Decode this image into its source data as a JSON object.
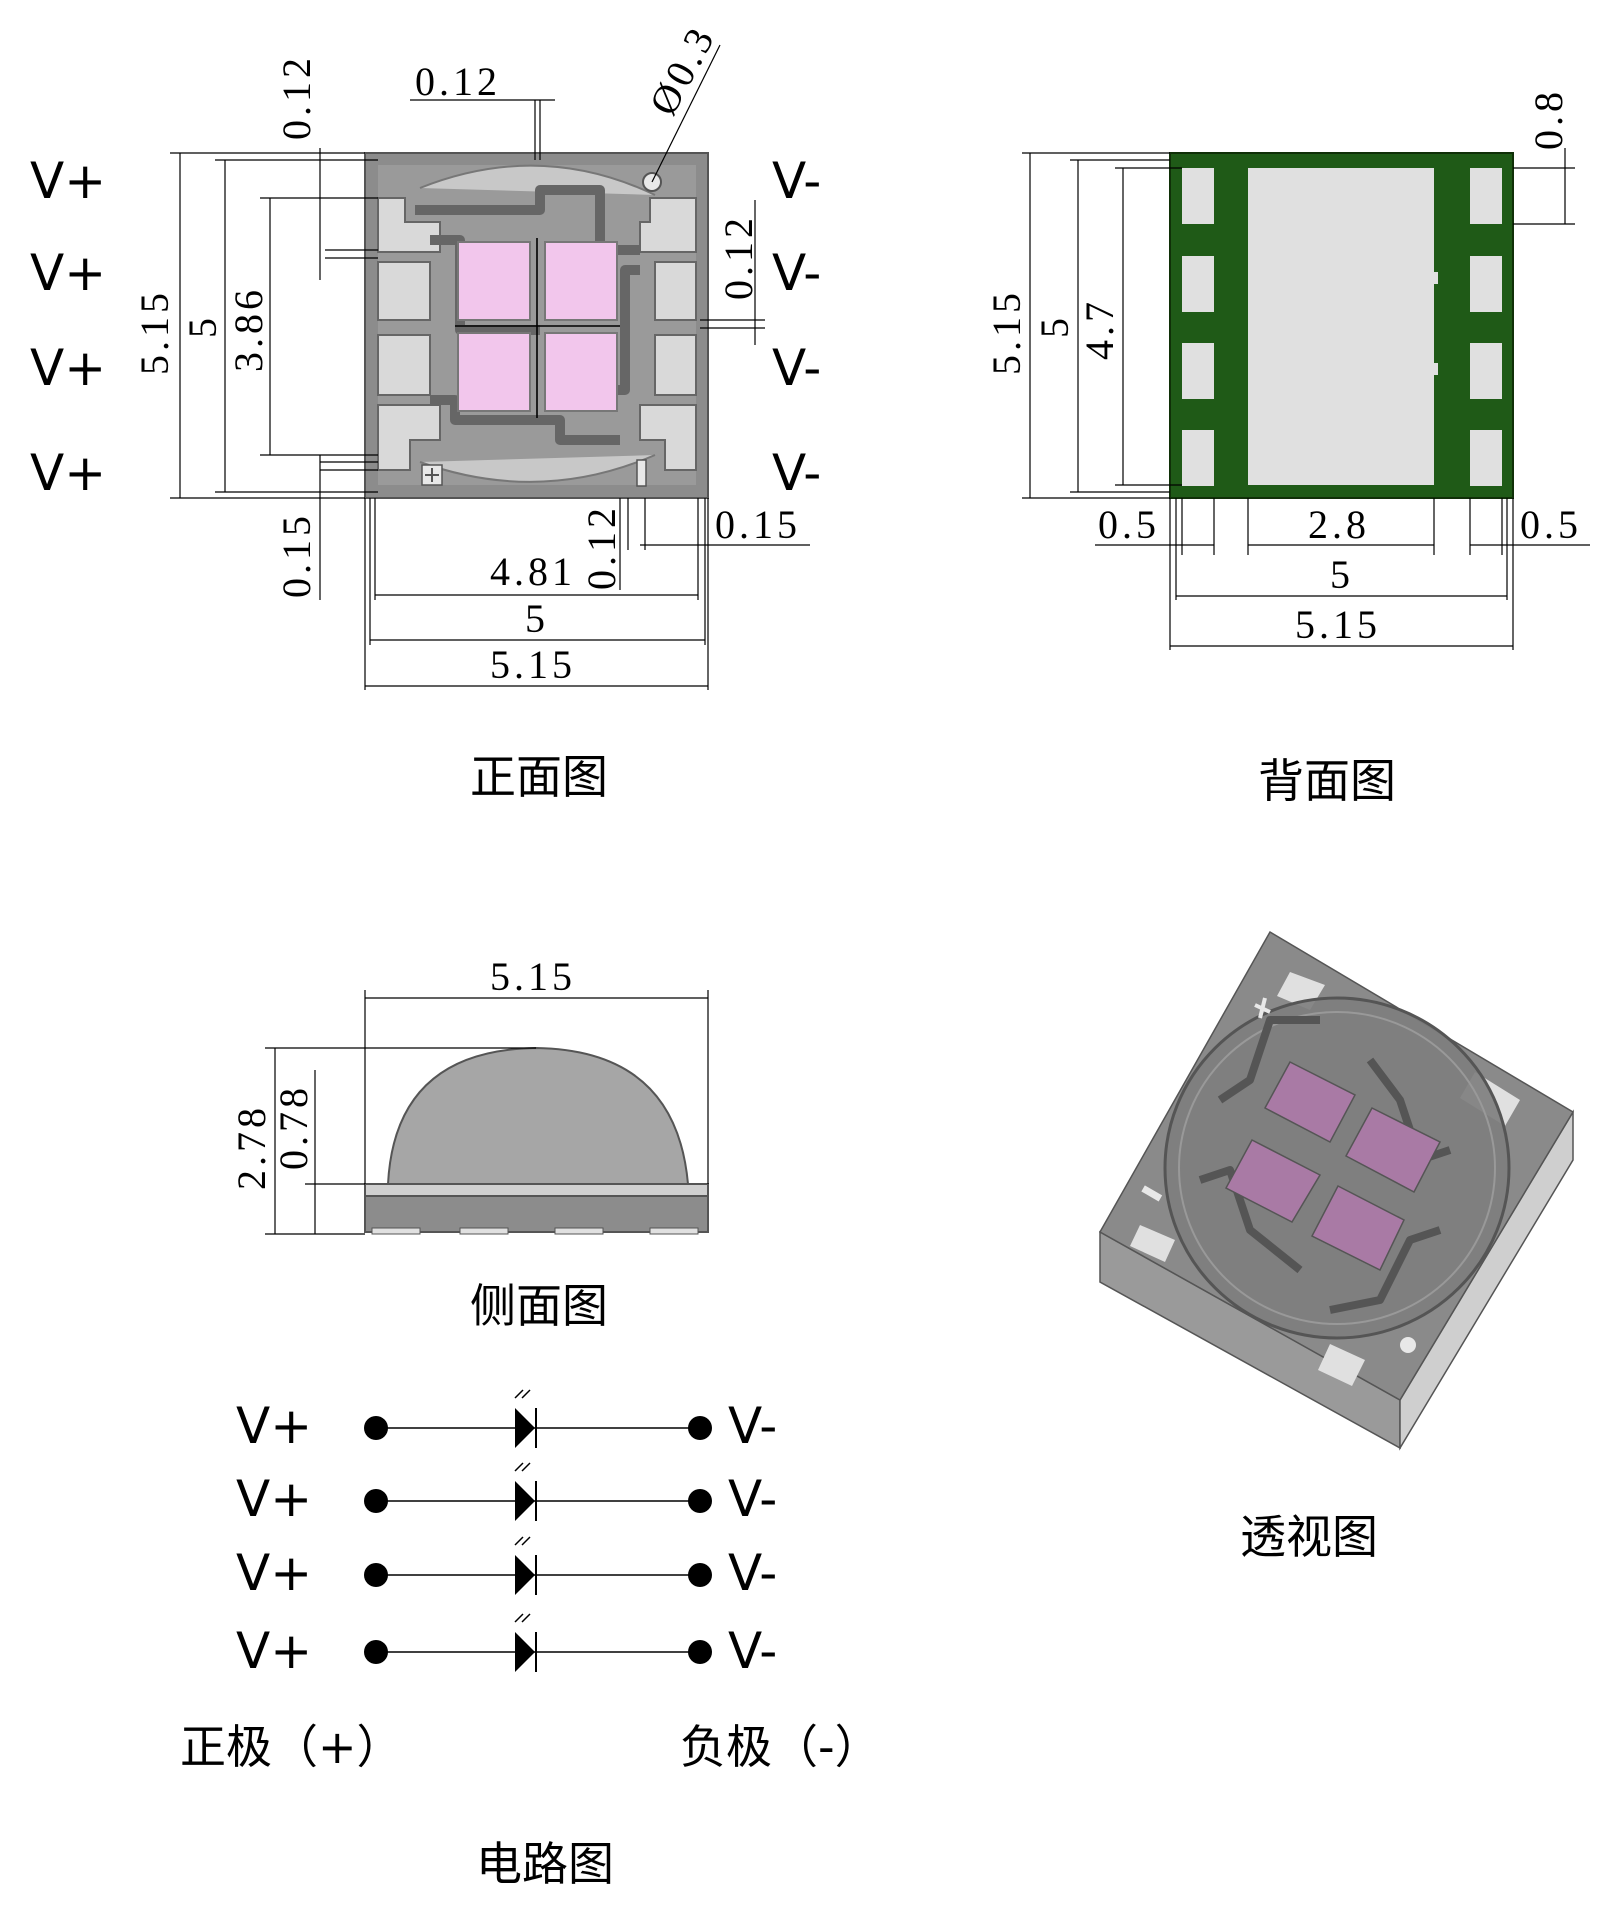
{
  "front_view": {
    "caption": "正面图",
    "left_pins": [
      "V+",
      "V+",
      "V+",
      "V+"
    ],
    "right_pins": [
      "V-",
      "V-",
      "V-",
      "V-"
    ],
    "dims": {
      "top_gap": "0.12",
      "top_trace": "0.12",
      "hole": "Ø0.3",
      "right_gap": "0.12",
      "outer_height": "5.15",
      "inner_height": "5",
      "pad_span": "3.86",
      "bottom_left": "0.15",
      "bottom_mid": "0.12",
      "bottom_right": "0.15",
      "width_481": "4.81",
      "width_5": "5",
      "width_515": "5.15"
    }
  },
  "back_view": {
    "caption": "背面图",
    "dims": {
      "pad_pitch": "0.8",
      "outer_height": "5.15",
      "inner_height": "5",
      "pad_height": "4.7",
      "left_pad": "0.5",
      "center_pad": "2.8",
      "right_pad": "0.5",
      "width_5": "5",
      "width_515": "5.15"
    }
  },
  "side_view": {
    "caption": "侧面图",
    "dims": {
      "width": "5.15",
      "total_height": "2.78",
      "base_height": "0.78"
    }
  },
  "perspective_view": {
    "caption": "透视图"
  },
  "circuit": {
    "caption": "电路图",
    "rows": [
      {
        "anode": "V+",
        "cathode": "V-"
      },
      {
        "anode": "V+",
        "cathode": "V-"
      },
      {
        "anode": "V+",
        "cathode": "V-"
      },
      {
        "anode": "V+",
        "cathode": "V-"
      }
    ],
    "positive_label": "正极（+）",
    "negative_label": "负极（-）"
  },
  "colors": {
    "body_gray": "#8c8c8c",
    "pad_light": "#e0e0e0",
    "die_pink": "#f2c6ec",
    "back_green": "#1f5a17",
    "dome_gray": "#a6a6a6",
    "die_purple": "#a97aa5"
  }
}
